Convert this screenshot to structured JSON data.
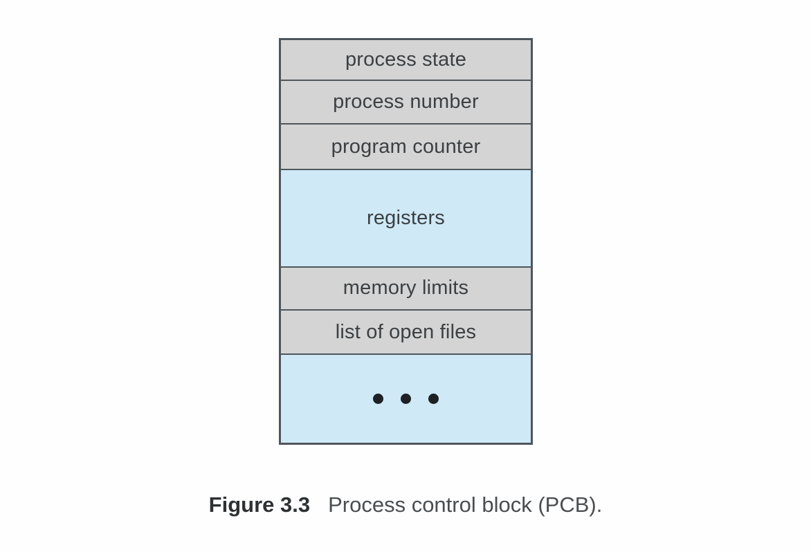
{
  "diagram": {
    "title": "Process control block (PCB)",
    "rows": [
      {
        "label": "process state",
        "fill": "gray"
      },
      {
        "label": "process number",
        "fill": "gray"
      },
      {
        "label": "program counter",
        "fill": "gray"
      },
      {
        "label": "registers",
        "fill": "blue"
      },
      {
        "label": "memory limits",
        "fill": "gray"
      },
      {
        "label": "list of open files",
        "fill": "gray"
      },
      {
        "label": "",
        "fill": "blue",
        "icon": "ellipsis-icon",
        "dot_count": 3
      }
    ],
    "colors": {
      "gray_fill": "#d4d4d4",
      "blue_fill": "#cfe9f7",
      "border": "#4e565c",
      "text": "#3c4043",
      "dot": "#1e2124",
      "page_background": "#fefefe"
    }
  },
  "caption": {
    "number": "Figure 3.3",
    "text": "Process control block (PCB)."
  }
}
